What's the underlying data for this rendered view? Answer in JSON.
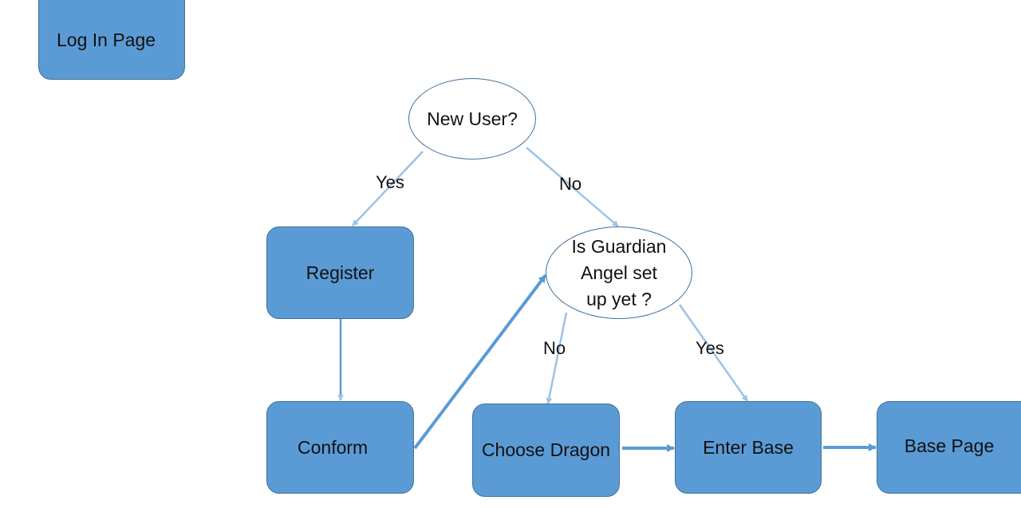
{
  "diagram": {
    "colors": {
      "box_fill": "#5b9bd5",
      "box_border": "#41719c",
      "decision_fill": "#ffffff",
      "arrow_light": "#9dc3e6",
      "arrow_dark": "#5b9bd5"
    },
    "nodes": {
      "login": "Log In Page",
      "new_user": "New User?",
      "register": "Register",
      "guardian_line1": "Is Guardian",
      "guardian_line2": "Angel set",
      "guardian_line3": "up yet ?",
      "conform": "Conform",
      "choose_dragon": "Choose Dragon",
      "enter_base": "Enter Base",
      "base_page": "Base Page"
    },
    "edges": {
      "new_user_yes": "Yes",
      "new_user_no": "No",
      "guardian_no": "No",
      "guardian_yes": "Yes"
    }
  }
}
